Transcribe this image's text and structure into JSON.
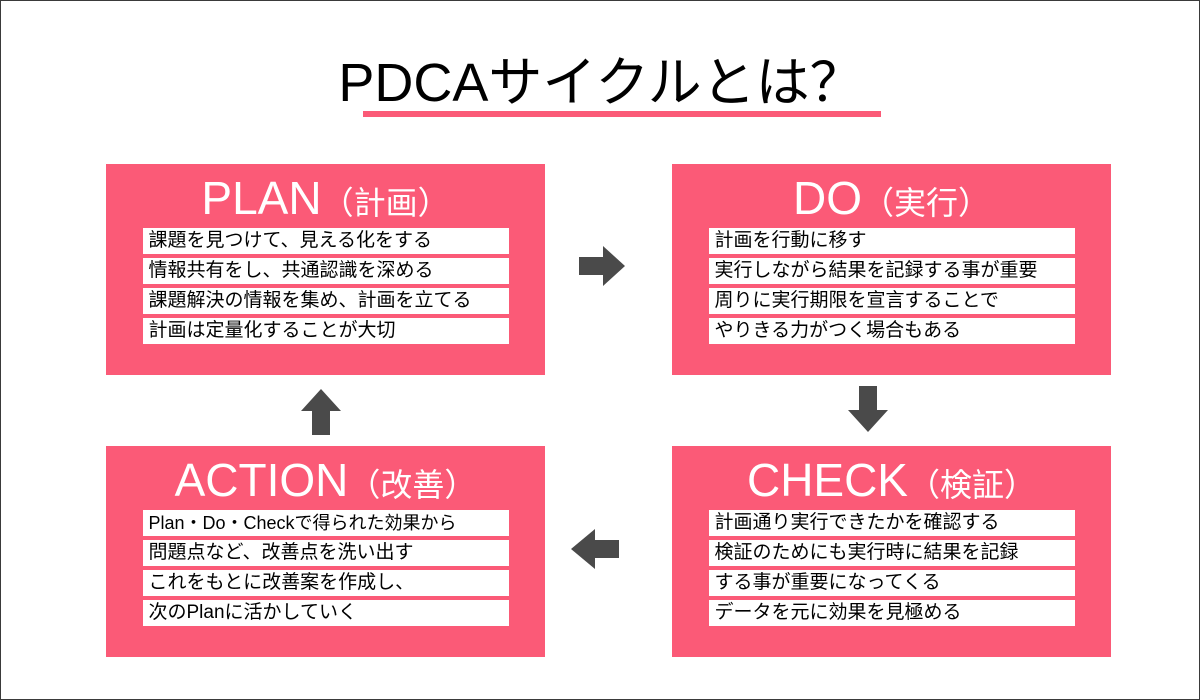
{
  "title": {
    "text": "PDCAサイクルとは？",
    "underline_color": "#FB5A77"
  },
  "theme": {
    "box_color": "#FB5A77",
    "row_color": "#FFFFFF",
    "arrow_color": "#4A4A4A",
    "heading_text_color": "#FFFFFF",
    "body_text_color": "#000000",
    "page_background": "#FFFFFF"
  },
  "boxes": {
    "plan": {
      "heading_eng": "PLAN",
      "heading_jpn": "（計画）",
      "rows": [
        "課題を見つけて、見える化をする",
        "情報共有をし、共通認識を深める",
        "課題解決の情報を集め、計画を立てる",
        "計画は定量化することが大切"
      ]
    },
    "do": {
      "heading_eng": "DO",
      "heading_jpn": "（実行）",
      "rows": [
        "計画を行動に移す",
        "実行しながら結果を記録する事が重要",
        "周りに実行期限を宣言することで",
        "やりきる力がつく場合もある"
      ]
    },
    "check": {
      "heading_eng": "CHECK",
      "heading_jpn": "（検証）",
      "rows": [
        "計画通り実行できたかを確認する",
        "検証のためにも実行時に結果を記録",
        "する事が重要になってくる",
        "データを元に効果を見極める"
      ]
    },
    "action": {
      "heading_eng": "ACTION",
      "heading_jpn": "（改善）",
      "rows": [
        "Plan・Do・Checkで得られた効果から",
        "問題点など、改善点を洗い出す",
        "これをもとに改善案を作成し、",
        "次のPlanに活かしていく"
      ]
    }
  },
  "arrows": [
    {
      "name": "arrow-right-icon",
      "from": "plan",
      "to": "do"
    },
    {
      "name": "arrow-down-icon",
      "from": "do",
      "to": "check"
    },
    {
      "name": "arrow-left-icon",
      "from": "check",
      "to": "action"
    },
    {
      "name": "arrow-up-icon",
      "from": "action",
      "to": "plan"
    }
  ]
}
